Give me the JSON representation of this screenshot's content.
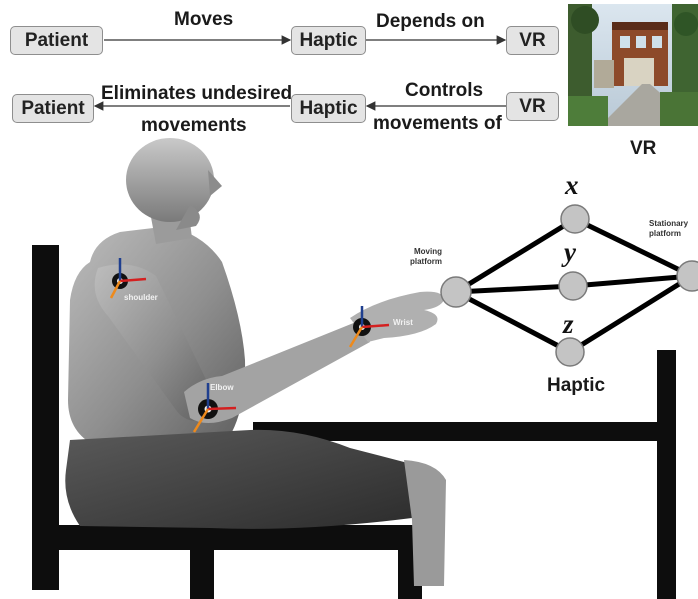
{
  "flow": {
    "row1": {
      "source": "Patient",
      "relation1": "Moves",
      "middle": "Haptic",
      "relation2": "Depends on",
      "target": "VR"
    },
    "row2": {
      "source": "VR",
      "relation1": "Controls",
      "relation1b": "movements of",
      "middle": "Haptic",
      "relation2": "Eliminates undesired",
      "relation2b": "movements",
      "target": "Patient"
    }
  },
  "vr_caption": "VR",
  "joints": {
    "shoulder": "shoulder",
    "elbow": "Elbow",
    "wrist": "Wrist"
  },
  "haptic": {
    "moving_platform": [
      "Moving",
      "platform"
    ],
    "stationary_platform": [
      "Stationary",
      "platform"
    ],
    "axes": [
      "x",
      "y",
      "z"
    ],
    "caption": "Haptic"
  },
  "colors": {
    "box_fill": "#e4e4e4",
    "box_border": "#8e8e8e",
    "node_fill": "#c4c4c4",
    "axis_up": "#1f3f8f",
    "axis_right": "#d42020",
    "axis_forward": "#ee8a1c"
  }
}
